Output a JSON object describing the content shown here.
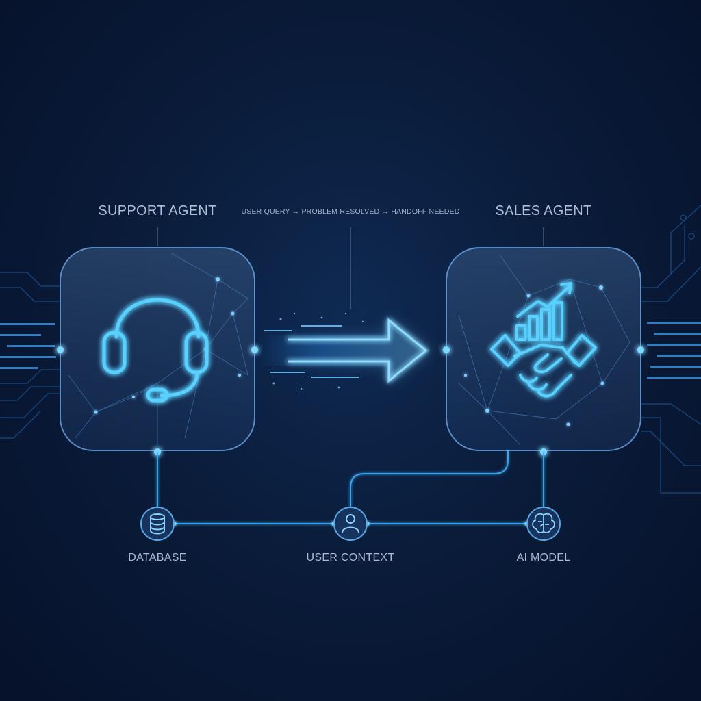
{
  "flow_label": "USER QUERY → PROBLEM RESOLVED → HANDOFF NEEDED",
  "agents": [
    {
      "title": "SUPPORT AGENT",
      "icon": "headset-icon"
    },
    {
      "title": "SALES AGENT",
      "icon": "handshake-growth-icon"
    }
  ],
  "nodes": [
    {
      "label": "DATABASE",
      "icon": "database-icon"
    },
    {
      "label": "USER CONTEXT",
      "icon": "user-icon"
    },
    {
      "label": "AI MODEL",
      "icon": "brain-icon"
    }
  ],
  "colors": {
    "accent": "#3fb4ff",
    "accent_bright": "#7fd8ff",
    "background": "#0a1c3a",
    "text": "#aebfd6"
  }
}
